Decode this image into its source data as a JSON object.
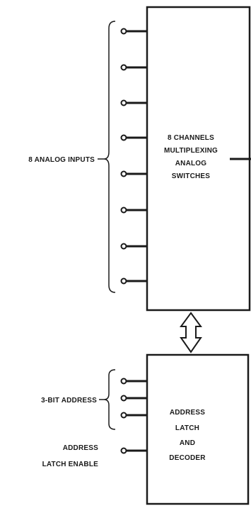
{
  "mux_block": {
    "lines": [
      "8 CHANNELS",
      "MULTIPLEXING",
      "ANALOG",
      "SWITCHES"
    ]
  },
  "latch_block": {
    "lines": [
      "ADDRESS",
      "LATCH",
      "AND",
      "DECODER"
    ]
  },
  "labels": {
    "analog_inputs": "8 ANALOG INPUTS",
    "address": "3-BIT ADDRESS",
    "latch_enable": [
      "ADDRESS",
      "LATCH ENABLE"
    ]
  }
}
